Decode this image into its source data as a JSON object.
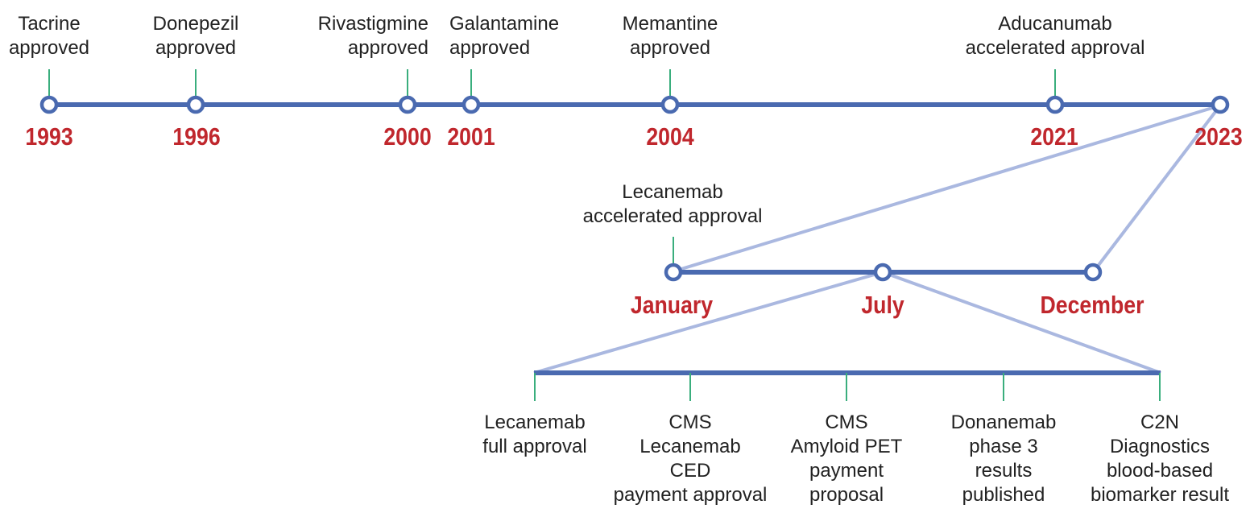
{
  "colors": {
    "line": "#4a6ab0",
    "zoom_line": "#aab8e0",
    "tick": "#3aae7d",
    "year": "#c0272d",
    "text": "#222222"
  },
  "main_timeline": {
    "years": [
      "1993",
      "1996",
      "2000",
      "2001",
      "2004",
      "2021",
      "2023"
    ],
    "events": [
      {
        "label": "Tacrine\napproved"
      },
      {
        "label": "Donepezil\napproved"
      },
      {
        "label": "Rivastigmine\napproved"
      },
      {
        "label": "Galantamine\napproved"
      },
      {
        "label": "Memantine\napproved"
      },
      {
        "label": "Aducanumab\naccelerated approval"
      }
    ]
  },
  "year_2023_timeline": {
    "months": [
      "January",
      "July",
      "December"
    ],
    "event": {
      "label": "Lecanemab\naccelerated approval"
    }
  },
  "july_timeline": {
    "events": [
      {
        "label": "Lecanemab\nfull approval"
      },
      {
        "label": "CMS\nLecanemab\nCED\npayment approval"
      },
      {
        "label": "CMS\nAmyloid PET\npayment\nproposal"
      },
      {
        "label": "Donanemab\nphase 3\nresults\npublished"
      },
      {
        "label": "C2N\nDiagnostics\nblood-based\nbiomarker result"
      }
    ]
  }
}
